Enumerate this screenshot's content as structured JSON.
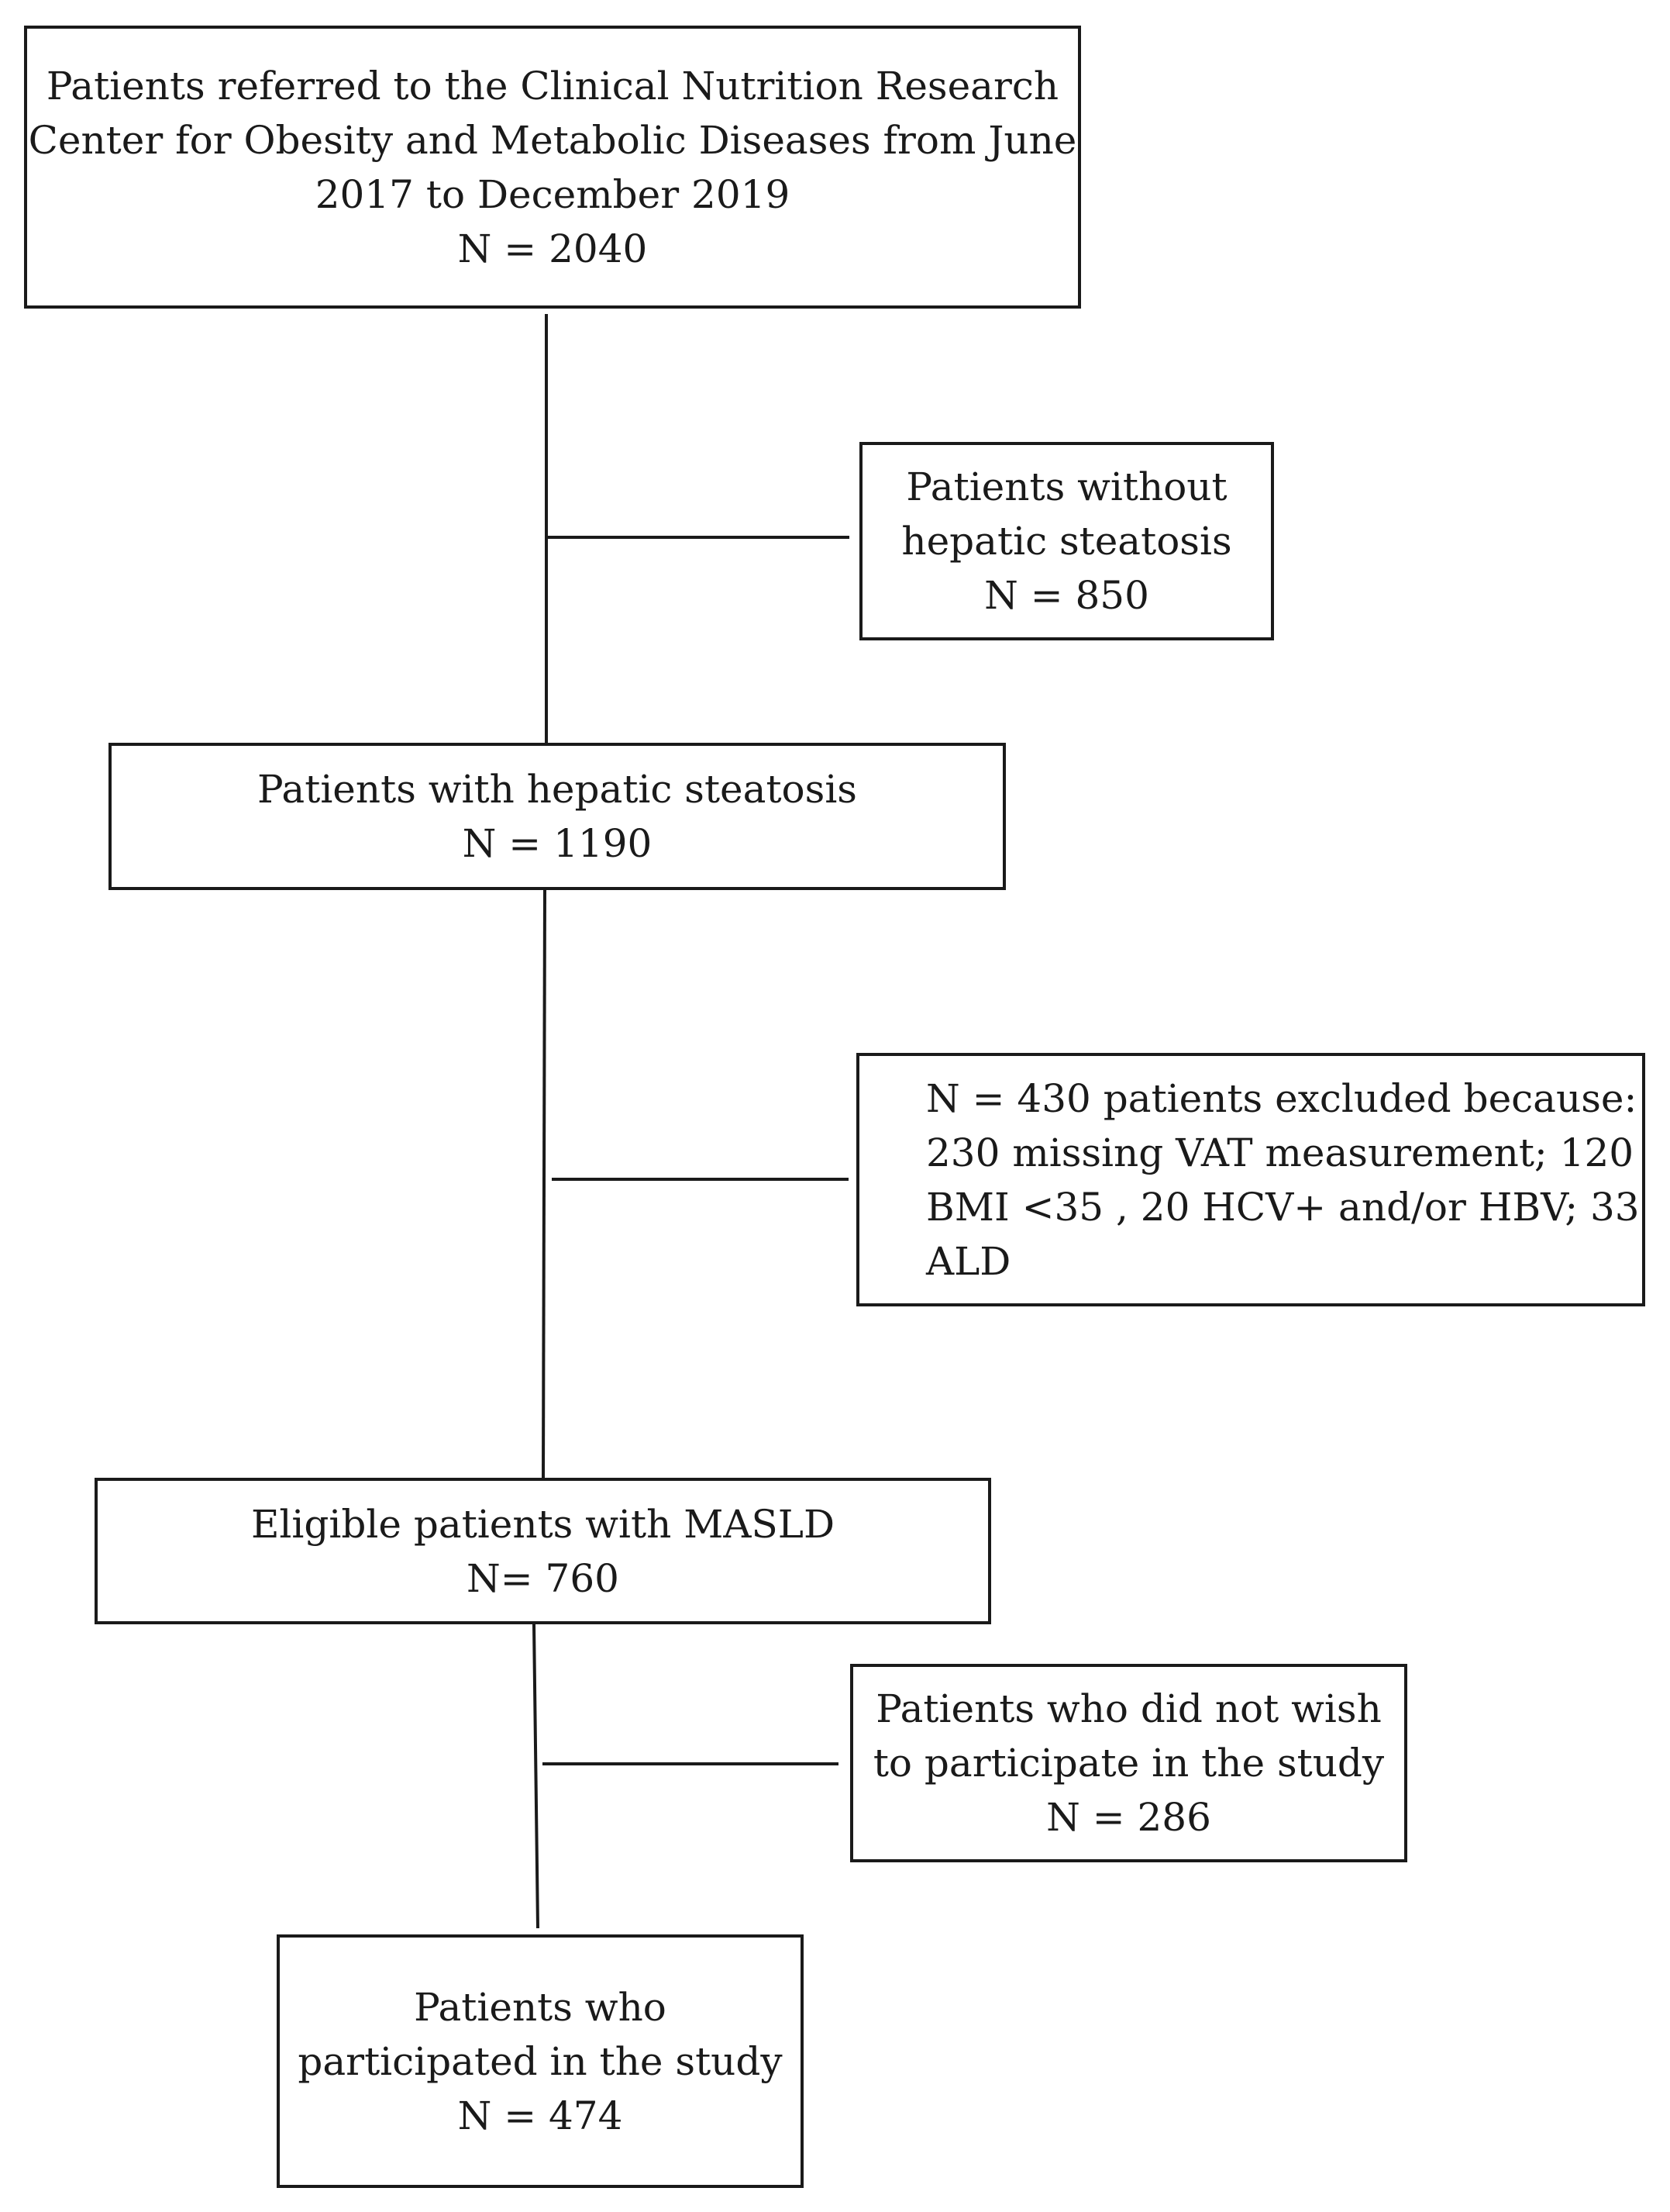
{
  "flowchart": {
    "referred": {
      "lines": [
        "Patients referred to the Clinical Nutrition Research",
        "Center for Obesity and Metabolic Diseases from June",
        "2017 to December 2019",
        "N = 2040"
      ]
    },
    "without_steatosis": {
      "lines": [
        "Patients without",
        "hepatic steatosis",
        "N = 850"
      ]
    },
    "with_steatosis": {
      "lines": [
        "Patients with hepatic steatosis",
        "N = 1190"
      ]
    },
    "excluded": {
      "lines": [
        "N = 430 patients excluded because:",
        "230 missing VAT measurement; 120",
        "BMI <35 , 20 HCV+ and/or  HBV; 33",
        "ALD"
      ]
    },
    "eligible": {
      "lines": [
        "Eligible patients with MASLD",
        "N= 760"
      ]
    },
    "declined": {
      "lines": [
        "Patients who did not wish",
        "to participate in the study",
        "N = 286"
      ]
    },
    "participated": {
      "lines": [
        "Patients who",
        "participated in the study",
        "N = 474"
      ]
    }
  }
}
